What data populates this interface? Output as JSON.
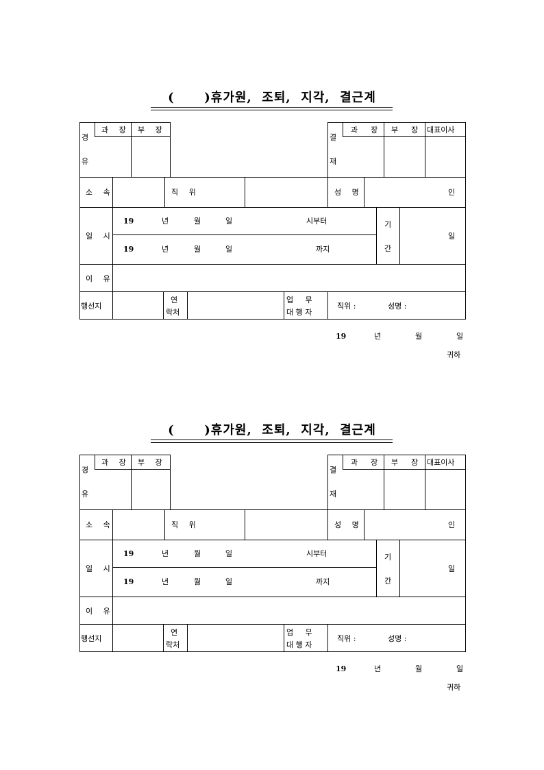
{
  "forms": [
    {
      "title": "(      )휴가원,  조퇴,  지각,  결근계",
      "approval_left": {
        "label_top": "경",
        "label_bottom": "유",
        "col1": "과 장",
        "col2": "부 장"
      },
      "approval_right": {
        "label_top": "결",
        "label_bottom": "재",
        "col1": "과  장",
        "col2": "부  장",
        "col3": "대표이사"
      },
      "affiliation_label": "소 속",
      "position_label": "직 위",
      "name_label": "성 명",
      "seal": "인",
      "datetime_label": "일 시",
      "from": {
        "year": "19",
        "y": "년",
        "m": "월",
        "d": "일",
        "suffix": "시부터"
      },
      "to": {
        "year": "19",
        "y": "년",
        "m": "월",
        "d": "일",
        "suffix": "까지"
      },
      "period_label_top": "기",
      "period_label_bottom": "간",
      "period_unit": "일",
      "reason_label": "이 유",
      "destination_label": "행선지",
      "contact_label_top": "연",
      "contact_label_bottom": "락처",
      "proxy_label_top": "업     무",
      "proxy_label_bottom": "대 행 자",
      "proxy_position": "직위 :",
      "proxy_name": "성명 :",
      "date_year": "19",
      "date_y": "년",
      "date_m": "월",
      "date_d": "일",
      "recipient": "귀하"
    },
    {
      "title": "(      )휴가원,  조퇴,  지각,  결근계",
      "approval_left": {
        "label_top": "경",
        "label_bottom": "유",
        "col1": "과 장",
        "col2": "부 장"
      },
      "approval_right": {
        "label_top": "결",
        "label_bottom": "재",
        "col1": "과  장",
        "col2": "부  장",
        "col3": "대표이사"
      },
      "affiliation_label": "소 속",
      "position_label": "직 위",
      "name_label": "성 명",
      "seal": "인",
      "datetime_label": "일 시",
      "from": {
        "year": "19",
        "y": "년",
        "m": "월",
        "d": "일",
        "suffix": "시부터"
      },
      "to": {
        "year": "19",
        "y": "년",
        "m": "월",
        "d": "일",
        "suffix": "까지"
      },
      "period_label_top": "기",
      "period_label_bottom": "간",
      "period_unit": "일",
      "reason_label": "이 유",
      "destination_label": "행선지",
      "contact_label_top": "연",
      "contact_label_bottom": "락처",
      "proxy_label_top": "업     무",
      "proxy_label_bottom": "대 행 자",
      "proxy_position": "직위 :",
      "proxy_name": "성명 :",
      "date_year": "19",
      "date_y": "년",
      "date_m": "월",
      "date_d": "일",
      "recipient": "귀하"
    }
  ]
}
